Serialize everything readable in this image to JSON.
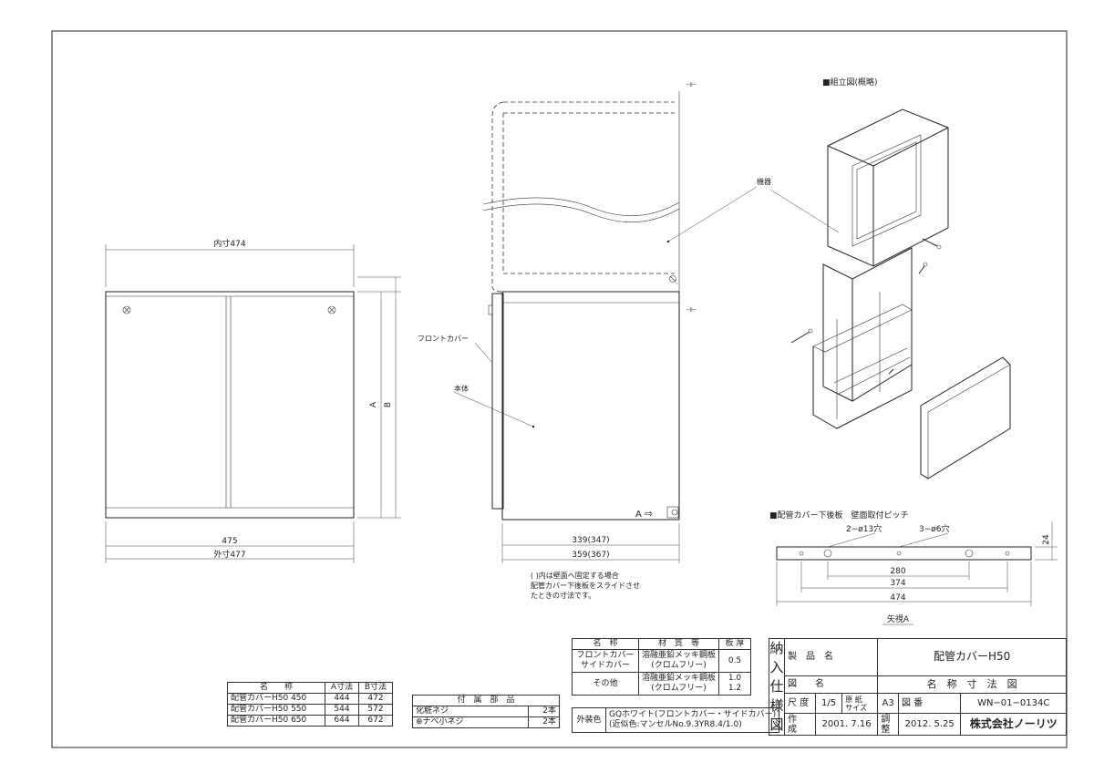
{
  "views": {
    "front": {
      "inner_width": "内寸474",
      "dim_475": "475",
      "outer_width": "外寸477",
      "label_a": "A",
      "label_b": "B"
    },
    "side": {
      "front_cover": "フロントカバー",
      "body": "本体",
      "device": "機器",
      "dim_339": "339(347)",
      "dim_359": "359(367)",
      "arrow_a": "A",
      "note": [
        "( )内は壁面へ固定する場合",
        "配管カバー下後板をスライドさせ",
        "たときの寸法です。"
      ]
    },
    "assembly": {
      "title": "■組立図(概略)"
    },
    "rear_plate": {
      "title": "■配管カバー下後板　壁面取付ピッチ",
      "holes_small": "2−ø13穴",
      "holes_large": "3−ø6穴",
      "dim_24": "24",
      "dim_280": "280",
      "dim_374": "374",
      "dim_474": "474",
      "view_label": "矢視A"
    }
  },
  "size_table": {
    "headers": [
      "名　　称",
      "A寸法",
      "B寸法"
    ],
    "rows": [
      [
        "配管カバーH50 450",
        "444",
        "472"
      ],
      [
        "配管カバーH50 550",
        "544",
        "572"
      ],
      [
        "配管カバーH50 650",
        "644",
        "672"
      ]
    ]
  },
  "parts_table": {
    "header": "付　属　部　品",
    "rows": [
      [
        "化粧ネジ",
        "2本"
      ],
      [
        "⊕ナベ小ネジ",
        "2本"
      ]
    ]
  },
  "material_table": {
    "headers": [
      "名　称",
      "材　質　等",
      "板 厚"
    ],
    "rows": [
      {
        "name": [
          "フロントカバー",
          "サイドカバー"
        ],
        "material": [
          "溶融亜鉛メッキ鋼板",
          "(クロムフリー)"
        ],
        "thickness": [
          "0.5"
        ]
      },
      {
        "name": [
          "その他"
        ],
        "material": [
          "溶融亜鉛メッキ鋼板",
          "(クロムフリー)"
        ],
        "thickness": [
          "1.0",
          "1.2"
        ]
      }
    ],
    "finish_label": "外装色",
    "finish_lines": [
      "GQホワイト(フロントカバー・サイドカバー)",
      "(近似色:マンセルNo.9.3YR8.4/1.0)"
    ]
  },
  "title_block": {
    "spec_label": [
      "納",
      "入",
      "仕",
      "様",
      "図"
    ],
    "product_label": "製　品　名",
    "product_value": "配管カバーH50",
    "drawing_label": "図　　名",
    "drawing_value": "名　称　寸　法　図",
    "scale_label": "尺 度",
    "scale_value": "1/5",
    "paper_label": [
      "原 紙",
      "サイズ"
    ],
    "paper_value": "A3",
    "number_label": "図 番",
    "number_value": "WN−01−0134C",
    "created_label": [
      "作",
      "成"
    ],
    "created_value": "2001. 7.16",
    "revised_label": [
      "調",
      "整"
    ],
    "revised_value": "2012. 5.25",
    "company": "株式会社ノーリツ"
  }
}
